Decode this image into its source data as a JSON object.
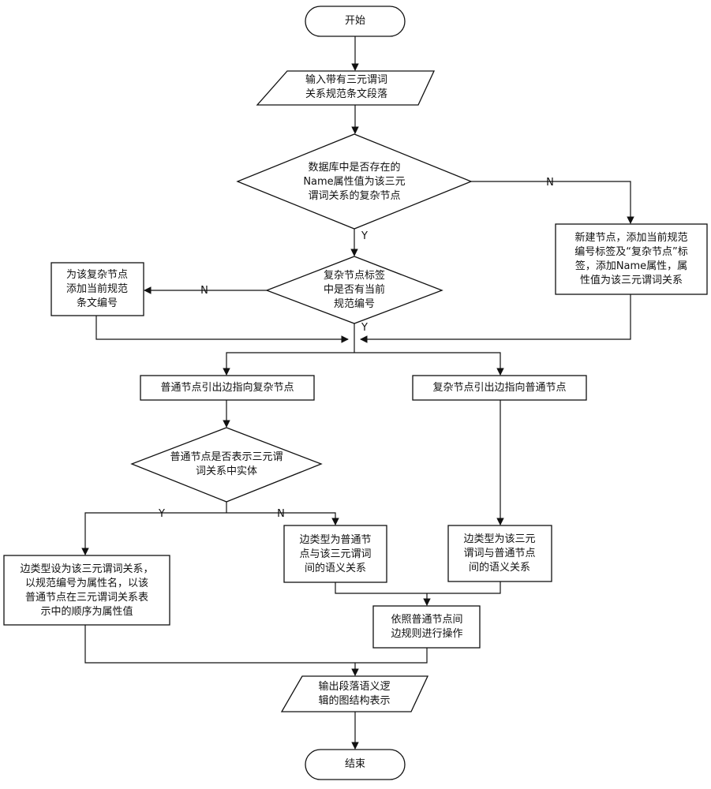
{
  "nodes": {
    "start": "开始",
    "input": "输入带有三元谓词\n关系规范条文段落",
    "decision_db": "数据库中是否存在的\nName属性值为该三元\n谓词关系的复杂节点",
    "create_node": "新建节点，添加当前规范\n编号标签及“复杂节点”标\n签，添加Name属性，属\n性值为该三元谓词关系",
    "decision_label": "复杂节点标签\n中是否有当前\n规范编号",
    "add_number": "为该复杂节点\n添加当前规范\n条文编号",
    "normal_to_complex": "普通节点引出边指向复杂节点",
    "complex_to_normal": "复杂节点引出边指向普通节点",
    "decision_entity": "普通节点是否表示三元谓\n词关系中实体",
    "edge_type_predicate": "边类型设为该三元谓词关系，\n以规范编号为属性名，以该\n普通节点在三元谓词关系表\n示中的顺序为属性值",
    "edge_type_semantic1": "边类型为普通节\n点与该三元谓词\n间的语义关系",
    "edge_type_semantic2": "边类型为该三元\n谓词与普通节点\n间的语义关系",
    "follow_rules": "依照普通节点间\n边规则进行操作",
    "output": "输出段落语义逻\n辑的图结构表示",
    "end": "结束"
  },
  "edge_labels": {
    "db_no": "N",
    "db_yes": "Y",
    "label_no": "N",
    "label_yes": "Y",
    "entity_yes": "Y",
    "entity_no": "N"
  }
}
